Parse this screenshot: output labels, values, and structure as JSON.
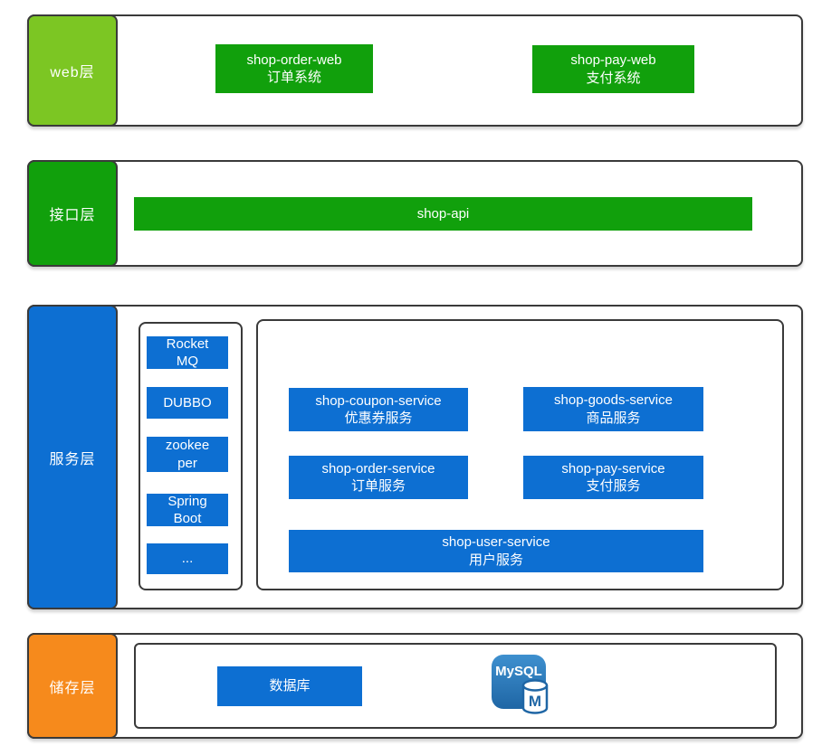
{
  "colors": {
    "light_green": "#7cc623",
    "green": "#11a00c",
    "blue": "#0d6fd2",
    "orange": "#f68a1c",
    "border": "#3a3a3a",
    "mysql_top": "#3e90cf",
    "mysql_bottom": "#1f66a5"
  },
  "layers": {
    "web": {
      "label": "web层",
      "nodes": [
        {
          "name": "shop-order-web",
          "desc": "订单系统"
        },
        {
          "name": "shop-pay-web",
          "desc": "支付系统"
        }
      ]
    },
    "api": {
      "label": "接口层",
      "node": {
        "name": "shop-api"
      }
    },
    "service": {
      "label": "服务层",
      "middleware": [
        {
          "text": "Rocket\nMQ"
        },
        {
          "text": "DUBBO"
        },
        {
          "text": "zookee\nper"
        },
        {
          "text": "Spring\nBoot"
        },
        {
          "text": "..."
        }
      ],
      "services": [
        {
          "name": "shop-coupon-service",
          "desc": "优惠券服务"
        },
        {
          "name": "shop-goods-service",
          "desc": "商品服务"
        },
        {
          "name": "shop-order-service",
          "desc": "订单服务"
        },
        {
          "name": "shop-pay-service",
          "desc": "支付服务"
        },
        {
          "name": "shop-user-service",
          "desc": "用户服务"
        }
      ]
    },
    "storage": {
      "label": "储存层",
      "node": {
        "name": "数据库"
      },
      "mysql": {
        "title": "MySQL",
        "letter": "M"
      }
    }
  }
}
